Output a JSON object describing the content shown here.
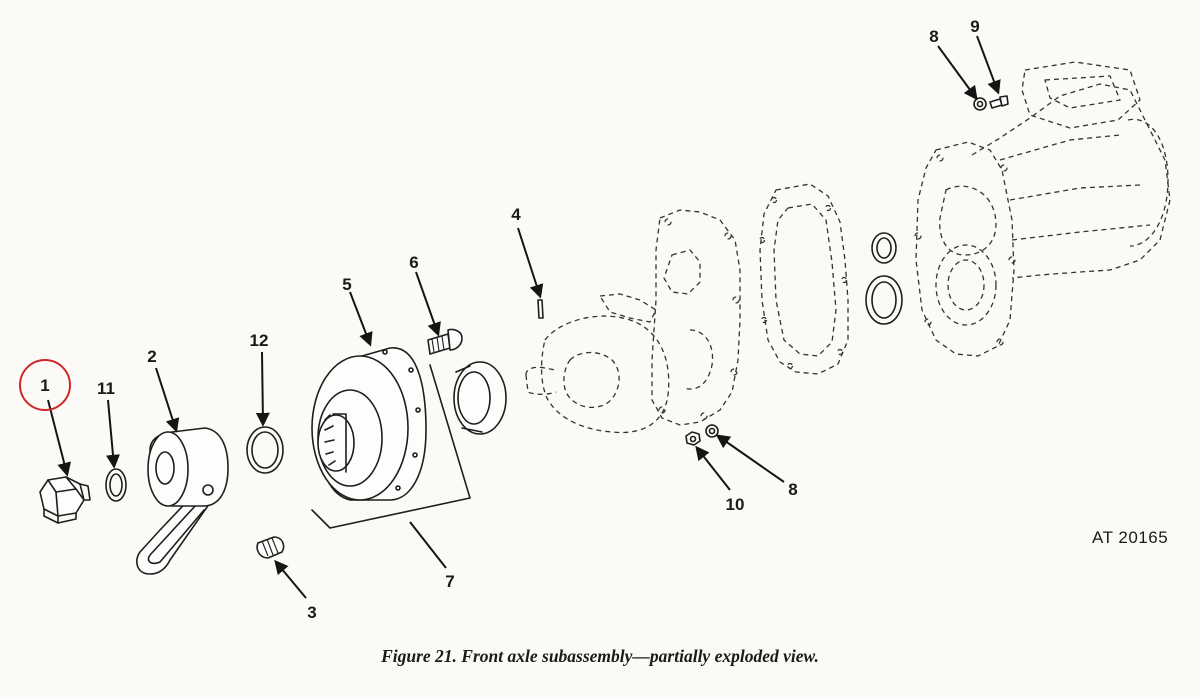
{
  "figure": {
    "caption": "Figure 21.  Front axle subassembly—partially exploded view.",
    "drawing_number": "AT 20165",
    "highlight_color": "#d0262b",
    "callouts": {
      "c1": "1",
      "c2": "2",
      "c3": "3",
      "c4": "4",
      "c5": "5",
      "c6": "6",
      "c7": "7",
      "c8a": "8",
      "c8b": "8",
      "c9": "9",
      "c10": "10",
      "c11": "11",
      "c12": "12"
    }
  }
}
